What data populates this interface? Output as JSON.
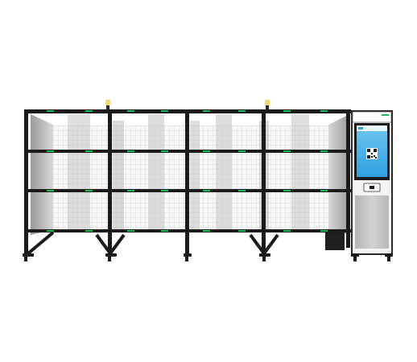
{
  "product": {
    "description_visible": false,
    "kiosk_screen": {
      "logo_text": "",
      "has_qr_code": true,
      "has_card_reader": true
    },
    "shelving": {
      "bays": 4,
      "rows": 3,
      "beacon_lights": 2,
      "frame_color": "#1b1b1b",
      "panel_color": "#d9d9d9",
      "indicator_color": "#1fb85a"
    },
    "kiosk": {
      "body_color": "#2a2a2a",
      "screen_color": "#3fb0ea",
      "lower_panel_color": "#c9c9c9"
    }
  }
}
